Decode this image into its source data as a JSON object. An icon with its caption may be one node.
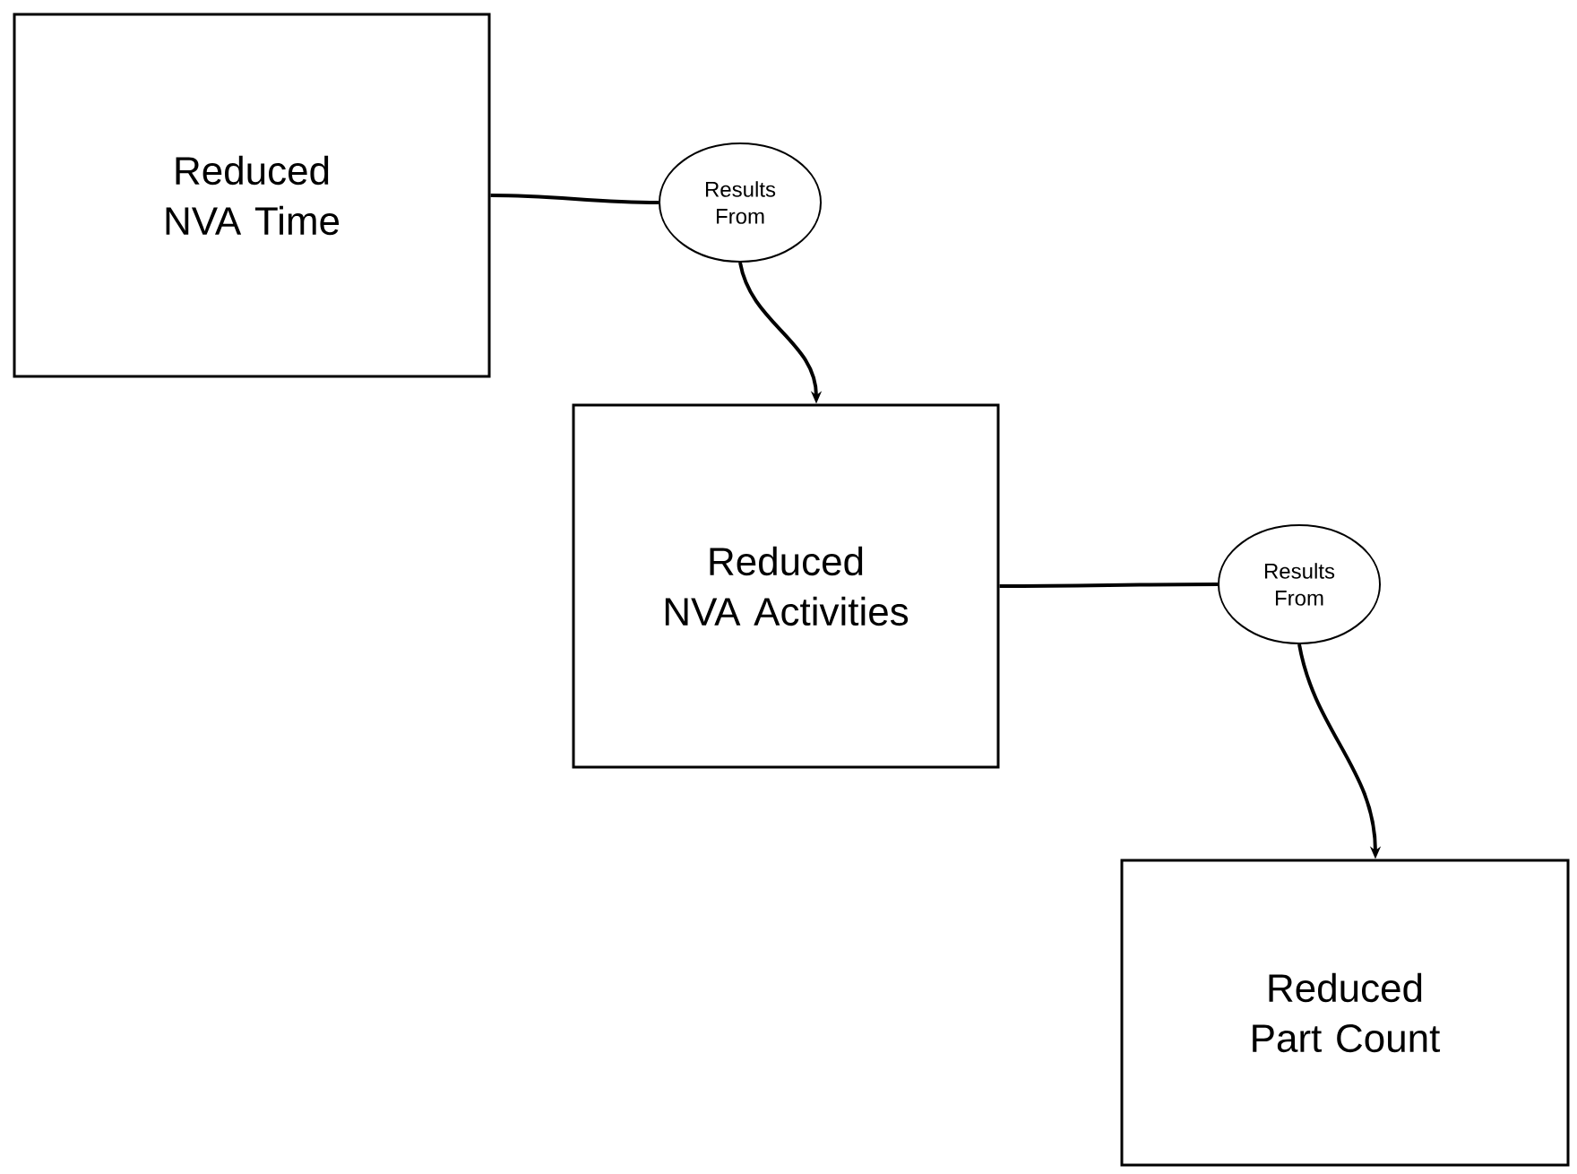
{
  "diagram": {
    "nodes": [
      {
        "text": [
          "Reduced NVA Time"
        ]
      },
      {
        "text": [
          "Results From"
        ]
      },
      {
        "text": [
          "Reduced NVA Activities"
        ]
      },
      {
        "text": [
          "Results From"
        ]
      },
      {
        "text": [
          "Reduced Part Count"
        ]
      }
    ],
    "edges": [
      {
        "from": 0,
        "to": 1,
        "arrow": "none"
      },
      {
        "from": 1,
        "to": 2,
        "arrow": "to"
      },
      {
        "from": 2,
        "to": 3,
        "arrow": "none"
      },
      {
        "from": 3,
        "to": 4,
        "arrow": "to"
      }
    ]
  }
}
